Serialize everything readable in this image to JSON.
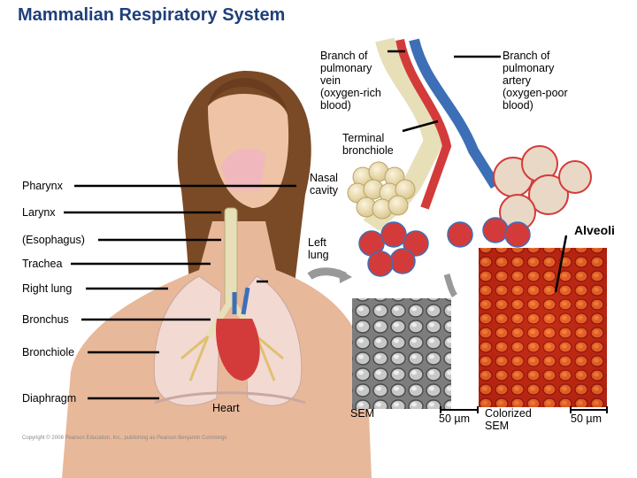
{
  "title": "Mammalian Respiratory System",
  "labels": {
    "branch_vein": "Branch of\npulmonary\nvein\n(oxygen-rich\nblood)",
    "branch_artery": "Branch of\npulmonary\nartery\n(oxygen-poor\nblood)",
    "terminal_bronchiole": "Terminal\nbronchiole",
    "nasal_cavity": "Nasal\ncavity",
    "pharynx": "Pharynx",
    "larynx": "Larynx",
    "esophagus": "(Esophagus)",
    "left_lung": "Left\nlung",
    "trachea": "Trachea",
    "right_lung": "Right lung",
    "bronchus": "Bronchus",
    "bronchiole": "Bronchiole",
    "diaphragm": "Diaphragm",
    "heart": "Heart",
    "alveoli": "Alveoli",
    "sem": "SEM",
    "scale_sem": "50 µm",
    "colorized_sem": "Colorized\nSEM",
    "scale_colorized": "50 µm"
  },
  "copyright": "Copyright © 2008 Pearson Education, Inc., publishing as Pearson Benjamin Cummings",
  "colors": {
    "title": "#1f3f7a",
    "skin": "#e8b89a",
    "hair": "#7a4a26",
    "lung": "#f2d9d2",
    "airway": "#e7dfb8",
    "artery_blue": "#3d6fb7",
    "vein_red": "#d33b3b",
    "sem_red": "#c92a1a"
  }
}
